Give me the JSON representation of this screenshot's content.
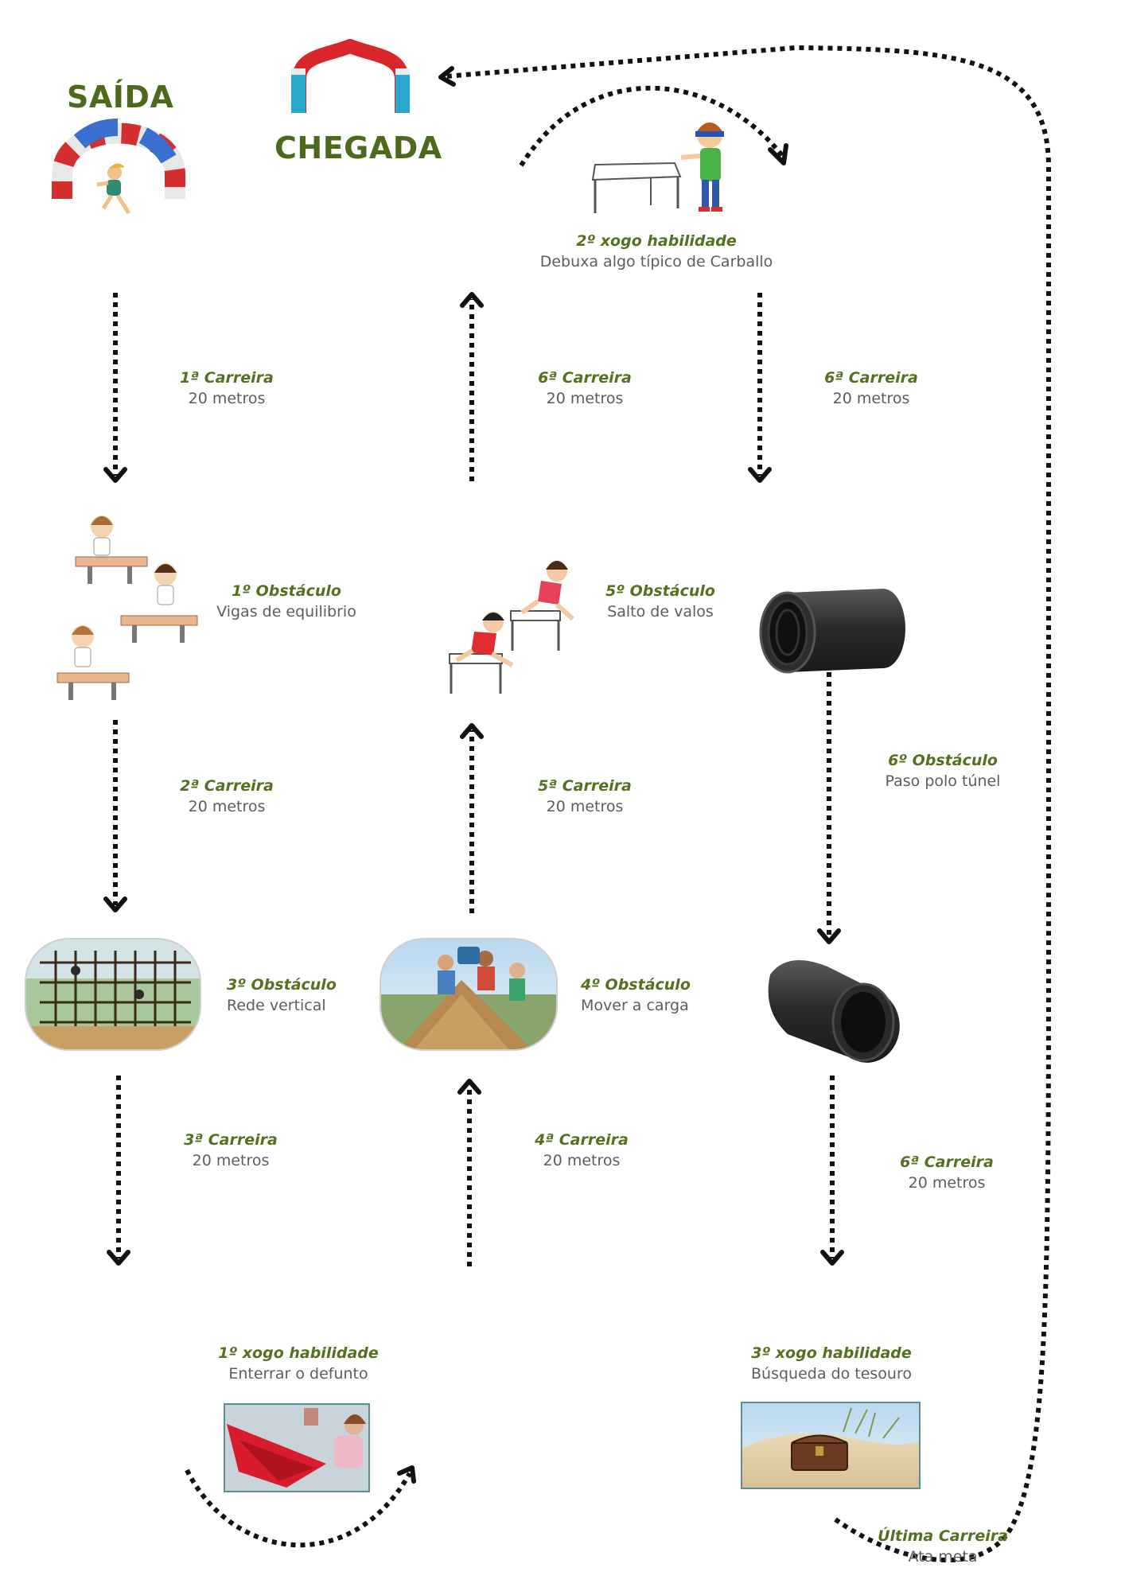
{
  "start": {
    "title": "SAÍDA"
  },
  "finish": {
    "title": "CHEGADA"
  },
  "steps": {
    "run1": {
      "title": "1ª Carreira",
      "sub": "20 metros"
    },
    "run2": {
      "title": "2ª Carreira",
      "sub": "20 metros"
    },
    "run3": {
      "title": "3ª Carreira",
      "sub": "20 metros"
    },
    "run4": {
      "title": "4ª Carreira",
      "sub": "20 metros"
    },
    "run5": {
      "title": "5ª Carreira",
      "sub": "20 metros"
    },
    "run6a": {
      "title": "6ª Carreira",
      "sub": "20 metros"
    },
    "run6b": {
      "title": "6ª Carreira",
      "sub": "20 metros"
    },
    "run6c": {
      "title": "6ª Carreira",
      "sub": "20 metros"
    },
    "runLast": {
      "title": "Última Carreira",
      "sub": "Ata meta"
    },
    "obs1": {
      "title": "1º Obstáculo",
      "sub": "Vigas de equilibrio"
    },
    "obs3": {
      "title": "3º Obstáculo",
      "sub": "Rede vertical"
    },
    "obs4": {
      "title": "4º Obstáculo",
      "sub": "Mover a carga"
    },
    "obs5": {
      "title": "5º Obstáculo",
      "sub": "Salto de valos"
    },
    "obs6": {
      "title": "6º Obstáculo",
      "sub": "Paso polo túnel"
    },
    "game1": {
      "title": "1º xogo habilidade",
      "sub": "Enterrar o defunto"
    },
    "game2": {
      "title": "2º xogo habilidade",
      "sub": "Debuxa algo típico de Carballo"
    },
    "game3": {
      "title": "3º xogo habilidade",
      "sub": "Búsqueda do tesouro"
    }
  },
  "colors": {
    "title_green": "#4d6a1c",
    "label_green": "#55701f",
    "text_gray": "#5d5d5d",
    "arrow": "#111111"
  },
  "icons": [
    "start-arch-icon",
    "finish-arch-icon",
    "blindfold-drawing-icon",
    "balance-beams-icon",
    "hurdles-icon",
    "tunnel-icon",
    "climbing-net-photo",
    "carry-load-photo",
    "parachute-photo",
    "treasure-chest-photo"
  ]
}
